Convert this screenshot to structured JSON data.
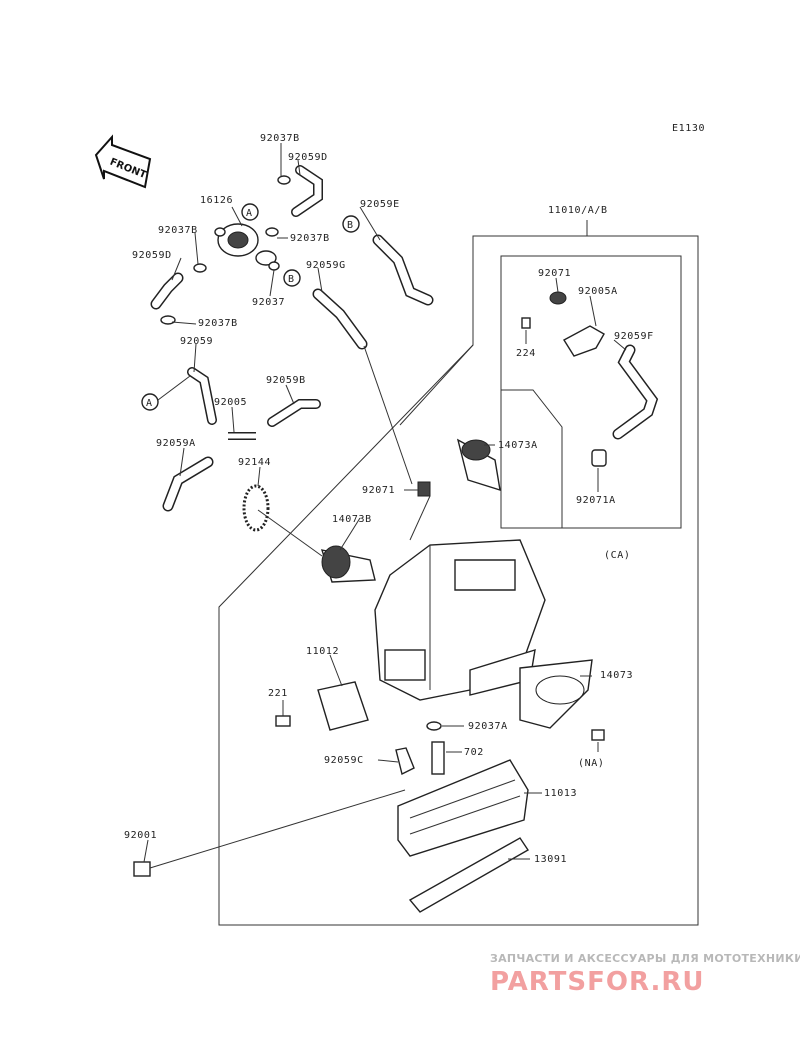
{
  "diagram_code": "E1130",
  "front_label": "FRONT",
  "callouts": [
    {
      "id": "92037B_top",
      "text": "92037B"
    },
    {
      "id": "92059D_top",
      "text": "92059D"
    },
    {
      "id": "16126",
      "text": "16126"
    },
    {
      "id": "92037B_l",
      "text": "92037B"
    },
    {
      "id": "92059E",
      "text": "92059E"
    },
    {
      "id": "92037B_r",
      "text": "92037B"
    },
    {
      "id": "92059D_l",
      "text": "92059D"
    },
    {
      "id": "92059G",
      "text": "92059G"
    },
    {
      "id": "92037",
      "text": "92037"
    },
    {
      "id": "92037B_b",
      "text": "92037B"
    },
    {
      "id": "92059",
      "text": "92059"
    },
    {
      "id": "92059B",
      "text": "92059B"
    },
    {
      "id": "92005",
      "text": "92005"
    },
    {
      "id": "92059A",
      "text": "92059A"
    },
    {
      "id": "92144",
      "text": "92144"
    },
    {
      "id": "11010AB",
      "text": "11010/A/B"
    },
    {
      "id": "92071",
      "text": "92071"
    },
    {
      "id": "92005A",
      "text": "92005A"
    },
    {
      "id": "224",
      "text": "224"
    },
    {
      "id": "92059F",
      "text": "92059F"
    },
    {
      "id": "92071A",
      "text": "92071A"
    },
    {
      "id": "CA",
      "text": "(CA)"
    },
    {
      "id": "14073A",
      "text": "14073A"
    },
    {
      "id": "92071_mid",
      "text": "92071"
    },
    {
      "id": "14073B",
      "text": "14073B"
    },
    {
      "id": "11012",
      "text": "11012"
    },
    {
      "id": "14073",
      "text": "14073"
    },
    {
      "id": "221",
      "text": "221"
    },
    {
      "id": "92037A",
      "text": "92037A"
    },
    {
      "id": "NA",
      "text": "(NA)"
    },
    {
      "id": "702",
      "text": "702"
    },
    {
      "id": "92059C",
      "text": "92059C"
    },
    {
      "id": "11013",
      "text": "11013"
    },
    {
      "id": "92001",
      "text": "92001"
    },
    {
      "id": "13091",
      "text": "13091"
    }
  ],
  "markers": {
    "a": "A",
    "b": "B"
  },
  "watermark": {
    "subtitle": "ЗАПЧАСТИ И АКСЕССУАРЫ ДЛЯ МОТОТЕХНИКИ",
    "logo": "PARTSFOR.RU",
    "logo_color": "#f2a0a0"
  }
}
